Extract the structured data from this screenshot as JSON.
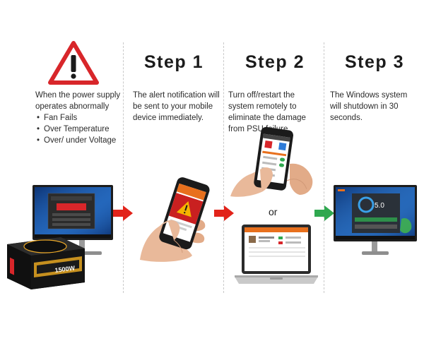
{
  "intro": {
    "text": "When the power supply operates abnormally",
    "conditions": [
      "Fan Fails",
      "Over Temperature",
      "Over/ under Voltage"
    ]
  },
  "steps": [
    {
      "title": "Step 1",
      "text": "The alert notification will be sent to your mobile device immediately."
    },
    {
      "title": "Step 2",
      "text": "Turn off/restart the system remotely to eliminate the damage from PSU failure."
    },
    {
      "title": "Step 3",
      "text": "The Windows system will shutdown in 30 seconds."
    }
  ],
  "connector": "or",
  "psu_label": "1500W",
  "step3_screen_value": "5.0",
  "colors": {
    "warning_red": "#d8262a",
    "arrow_red": "#e2231a",
    "arrow_green": "#2fa84f",
    "screen_blue": "#1e5aa8"
  },
  "icons": [
    "warning-triangle-icon",
    "right-arrow-icon"
  ]
}
